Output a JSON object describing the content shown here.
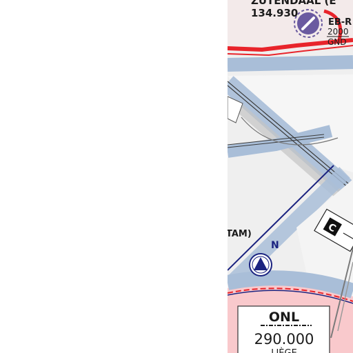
{
  "map": {
    "top_station": {
      "name_partial": "ZUTENDAAL (E",
      "frequency": "134.930"
    },
    "restricted_area": {
      "label_partial": "EB-R",
      "upper_limit": "2000",
      "lower_limit": "GND"
    },
    "notam_label_partial": "TAM)",
    "reporting_point": {
      "label": "N"
    },
    "aerodrome_badge": {
      "letter": "C"
    },
    "navaid": {
      "ident": "ONL",
      "frequency": "290.000",
      "name_partial": "LIÈGE"
    },
    "colors": {
      "background_left": "#ffffff",
      "map_base": "#efefef",
      "airspace_band": "#a9bed8",
      "danger_red": "#e8242b",
      "controlled_zone_fill": "#f9c9cc",
      "navy": "#1b2380",
      "restricted_symbol": "#6a5aa0"
    }
  }
}
